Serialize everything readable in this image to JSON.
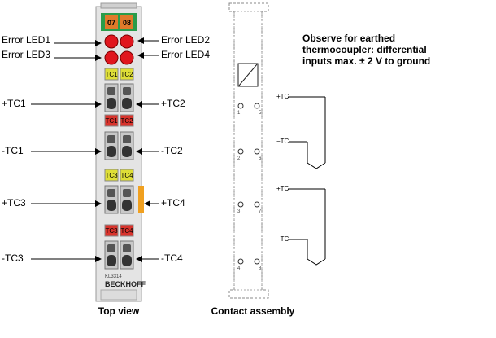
{
  "module": {
    "channel_tags": [
      "07",
      "08"
    ],
    "model": "KL3314",
    "brand": "BECKHOFF",
    "led_groups": [
      {
        "left": "TC1",
        "right": "TC2",
        "color": "#dede37"
      },
      {
        "left": "TC1",
        "right": "TC2",
        "color": "#d9332c"
      },
      {
        "left": "TC3",
        "right": "TC4",
        "color": "#dede37"
      },
      {
        "left": "TC3",
        "right": "TC4",
        "color": "#d9332c"
      }
    ]
  },
  "labels": {
    "left": [
      "Error LED1",
      "Error LED3",
      "+TC1",
      "-TC1",
      "+TC3",
      "-TC3"
    ],
    "right": [
      "Error LED2",
      "Error LED4",
      "+TC2",
      "-TC2",
      "+TC4",
      "-TC4"
    ]
  },
  "captions": {
    "top_view": "Top view",
    "contact_assembly": "Contact assembly"
  },
  "note": {
    "line1": "Observe for earthed",
    "line2": "thermocoupler: differential",
    "line3": "inputs max. ± 2 V to ground"
  },
  "contacts": {
    "numbers": [
      "1",
      "5",
      "2",
      "6",
      "3",
      "7",
      "4",
      "8"
    ]
  },
  "schematic": {
    "plus": "+TC",
    "minus": "−TC"
  },
  "colors": {
    "module_body": "#d4d4d4",
    "tag_green": "#2a9c4a",
    "tag_orange": "#e07a2a",
    "led_red": "#e0161e",
    "yellow": "#dede37",
    "red_block": "#d9332c",
    "orange_bar": "#f0a020"
  }
}
